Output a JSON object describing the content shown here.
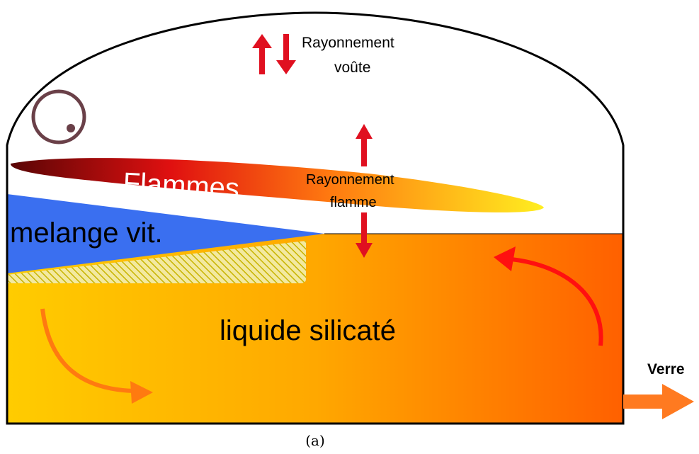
{
  "labels": {
    "vault_radiation_line1": "Rayonnement",
    "vault_radiation_line2": "voûte",
    "flame_label": "Flammes",
    "flame_radiation_line1": "Rayonnement",
    "flame_radiation_line2": "flamme",
    "batch_label": "melange vit.",
    "melt_label": "liquide silicaté",
    "output_label": "Verre",
    "caption": "(a)"
  },
  "colors": {
    "melt_gradient": [
      "#ffcc00",
      "#ff6600"
    ],
    "flame_gradient": [
      "#5a0505",
      "#e01010",
      "#ff7a10",
      "#ffee20"
    ],
    "batch": "#3a6ff0",
    "hatch": "#c8b400",
    "radiation_arrow": "#e01020",
    "convection_arrow_right": "#ff1010",
    "convection_arrow_left": "#ff7a10",
    "output_arrow": "#ff7a20",
    "burner_circle": "#6a4048"
  }
}
